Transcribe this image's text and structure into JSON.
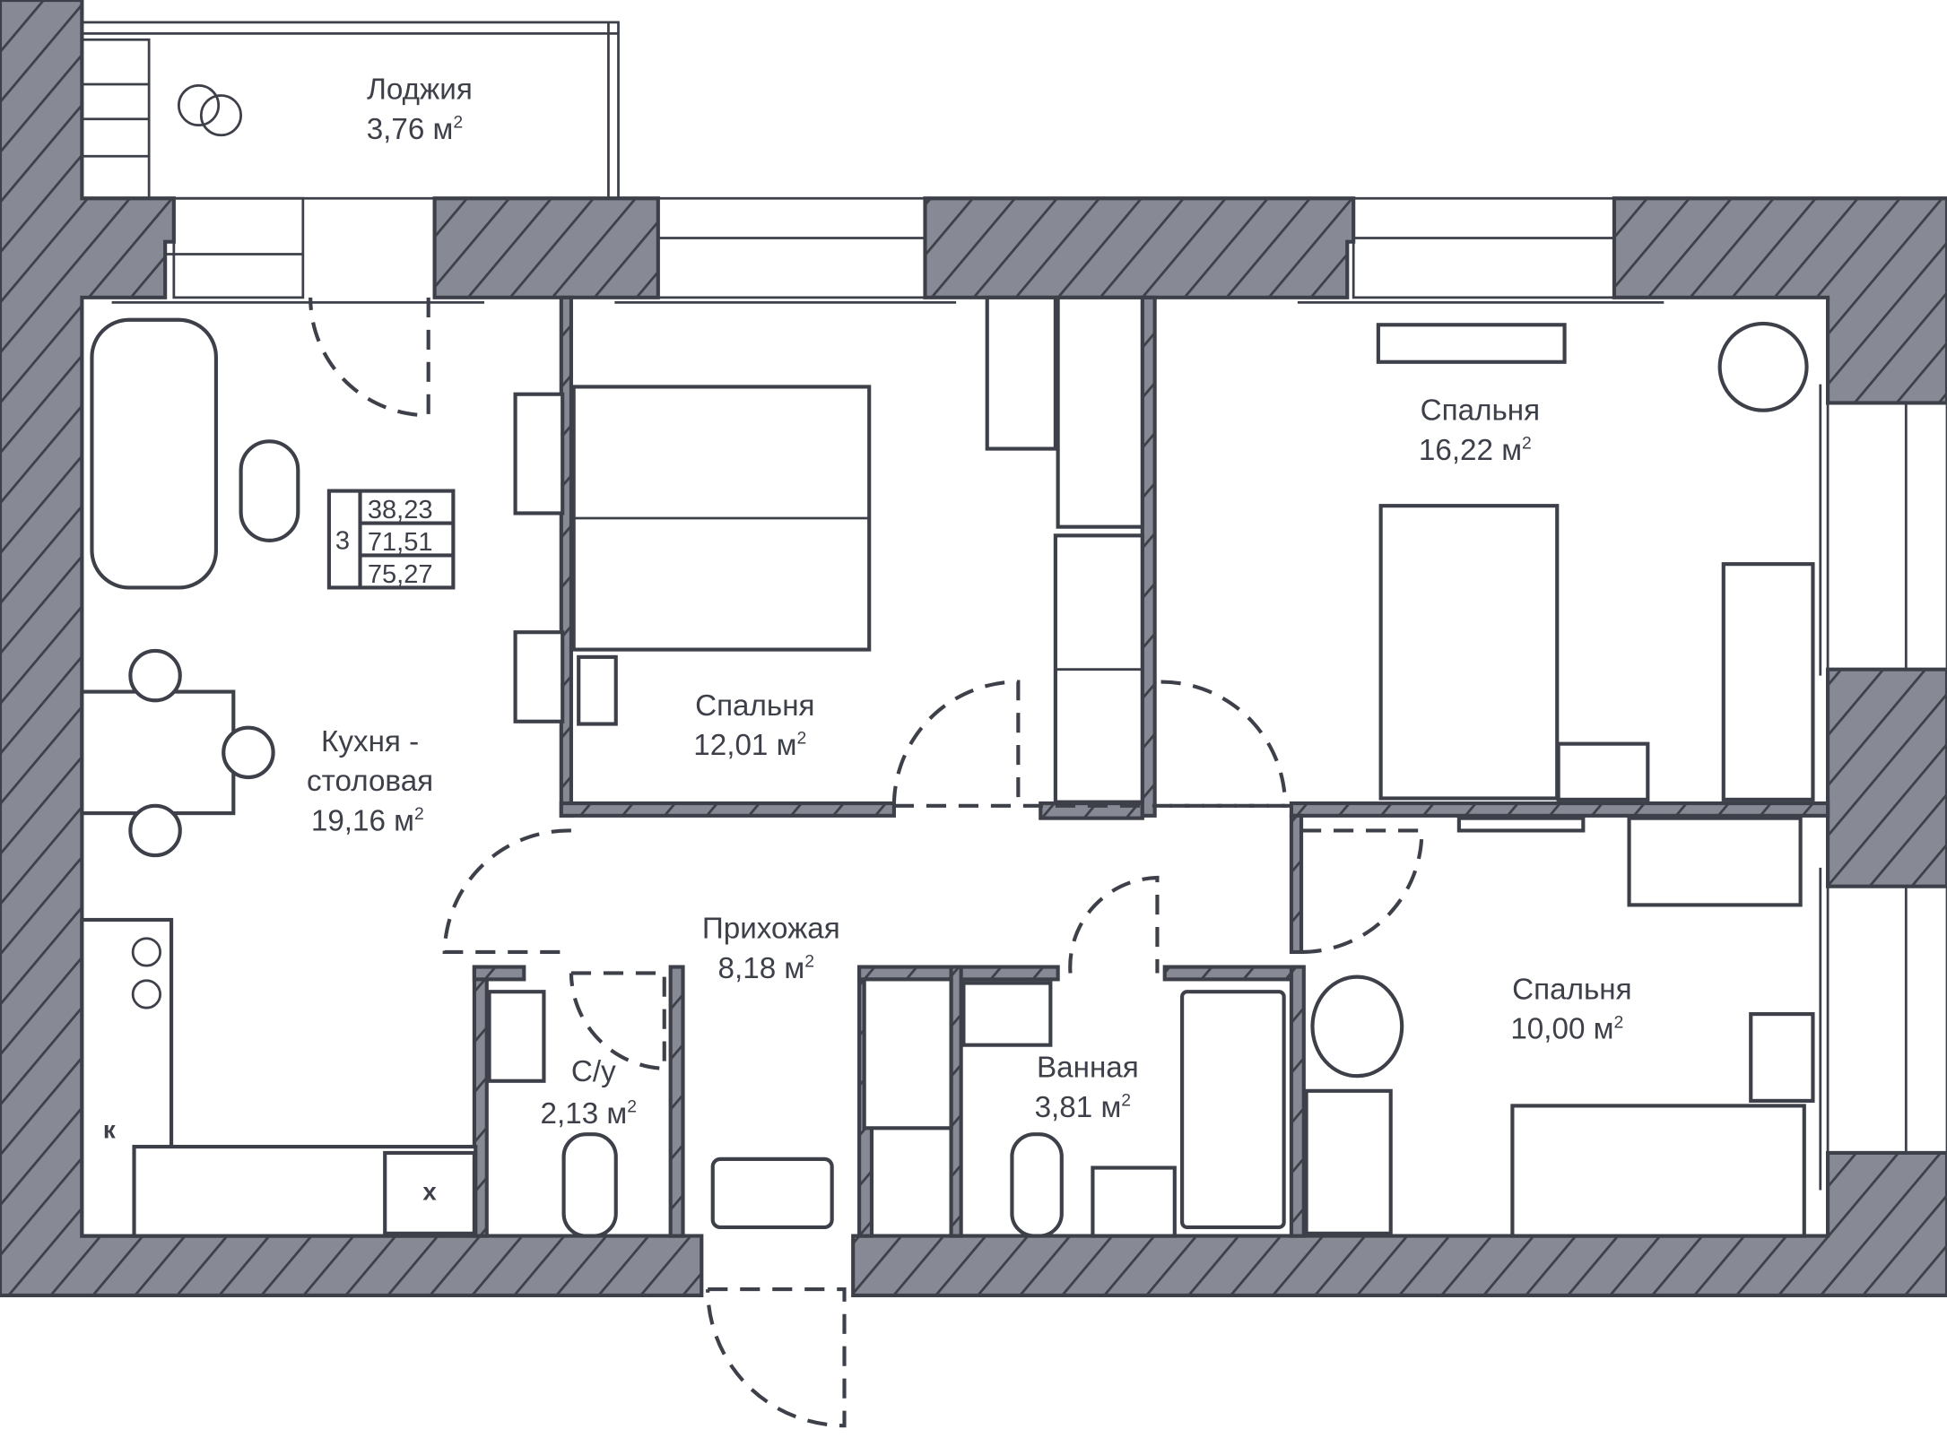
{
  "plan": {
    "rooms": [
      {
        "name": "Лоджия",
        "area": "3,76 м",
        "unit_sup": "2"
      },
      {
        "name": "Кухня -",
        "name2": "столовая",
        "area": "19,16 м",
        "unit_sup": "2"
      },
      {
        "name": "Спальня",
        "area": "12,01 м",
        "unit_sup": "2"
      },
      {
        "name": "Спальня",
        "area": "16,22 м",
        "unit_sup": "2"
      },
      {
        "name": "Прихожая",
        "area": "8,18 м",
        "unit_sup": "2"
      },
      {
        "name": "С/у",
        "area": "2,13 м",
        "unit_sup": "2"
      },
      {
        "name": "Ванная",
        "area": "3,81 м",
        "unit_sup": "2"
      },
      {
        "name": "Спальня",
        "area": "10,00 м",
        "unit_sup": "2"
      }
    ],
    "info_box": {
      "rooms": "3",
      "living_area": "38,23",
      "total_area": "71,51",
      "total_with_loggia": "75,27"
    },
    "stove_marks": {
      "k": "к",
      "x": "х"
    },
    "colors": {
      "wall": "#878a94",
      "line": "#3d4049"
    }
  }
}
